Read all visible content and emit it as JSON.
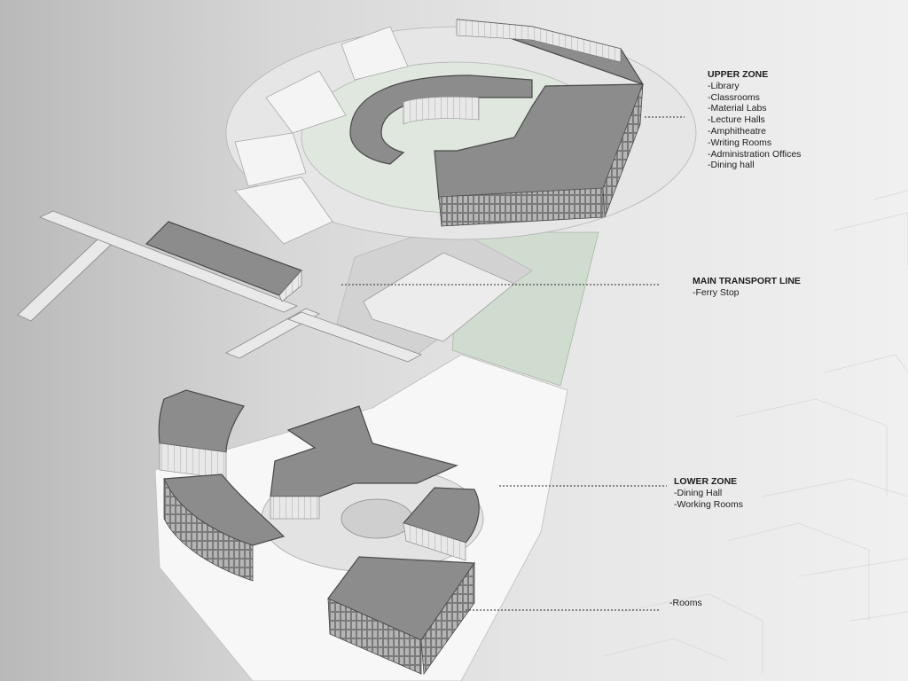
{
  "colors": {
    "roof": "#8c8c8c",
    "roof_edge": "#4a4a4a",
    "ground": "#f7f7f7",
    "plaza": "#d2d2d2",
    "green": "#cfdccf",
    "leader": "#2a2a2a"
  },
  "zones": {
    "upper": {
      "title": "UPPER ZONE",
      "items": [
        "-Library",
        "-Classrooms",
        "-Material Labs",
        "-Lecture Halls",
        "-Amphitheatre",
        "-Writing Rooms",
        "-Administration Offices",
        "-Dining hall"
      ]
    },
    "transport": {
      "title": "MAIN TRANSPORT LINE",
      "items": [
        "-Ferry Stop"
      ]
    },
    "lower": {
      "title": "LOWER ZONE",
      "items": [
        "-Dining Hall",
        "-Working Rooms"
      ]
    },
    "rooms": {
      "items": [
        "-Rooms"
      ]
    }
  }
}
